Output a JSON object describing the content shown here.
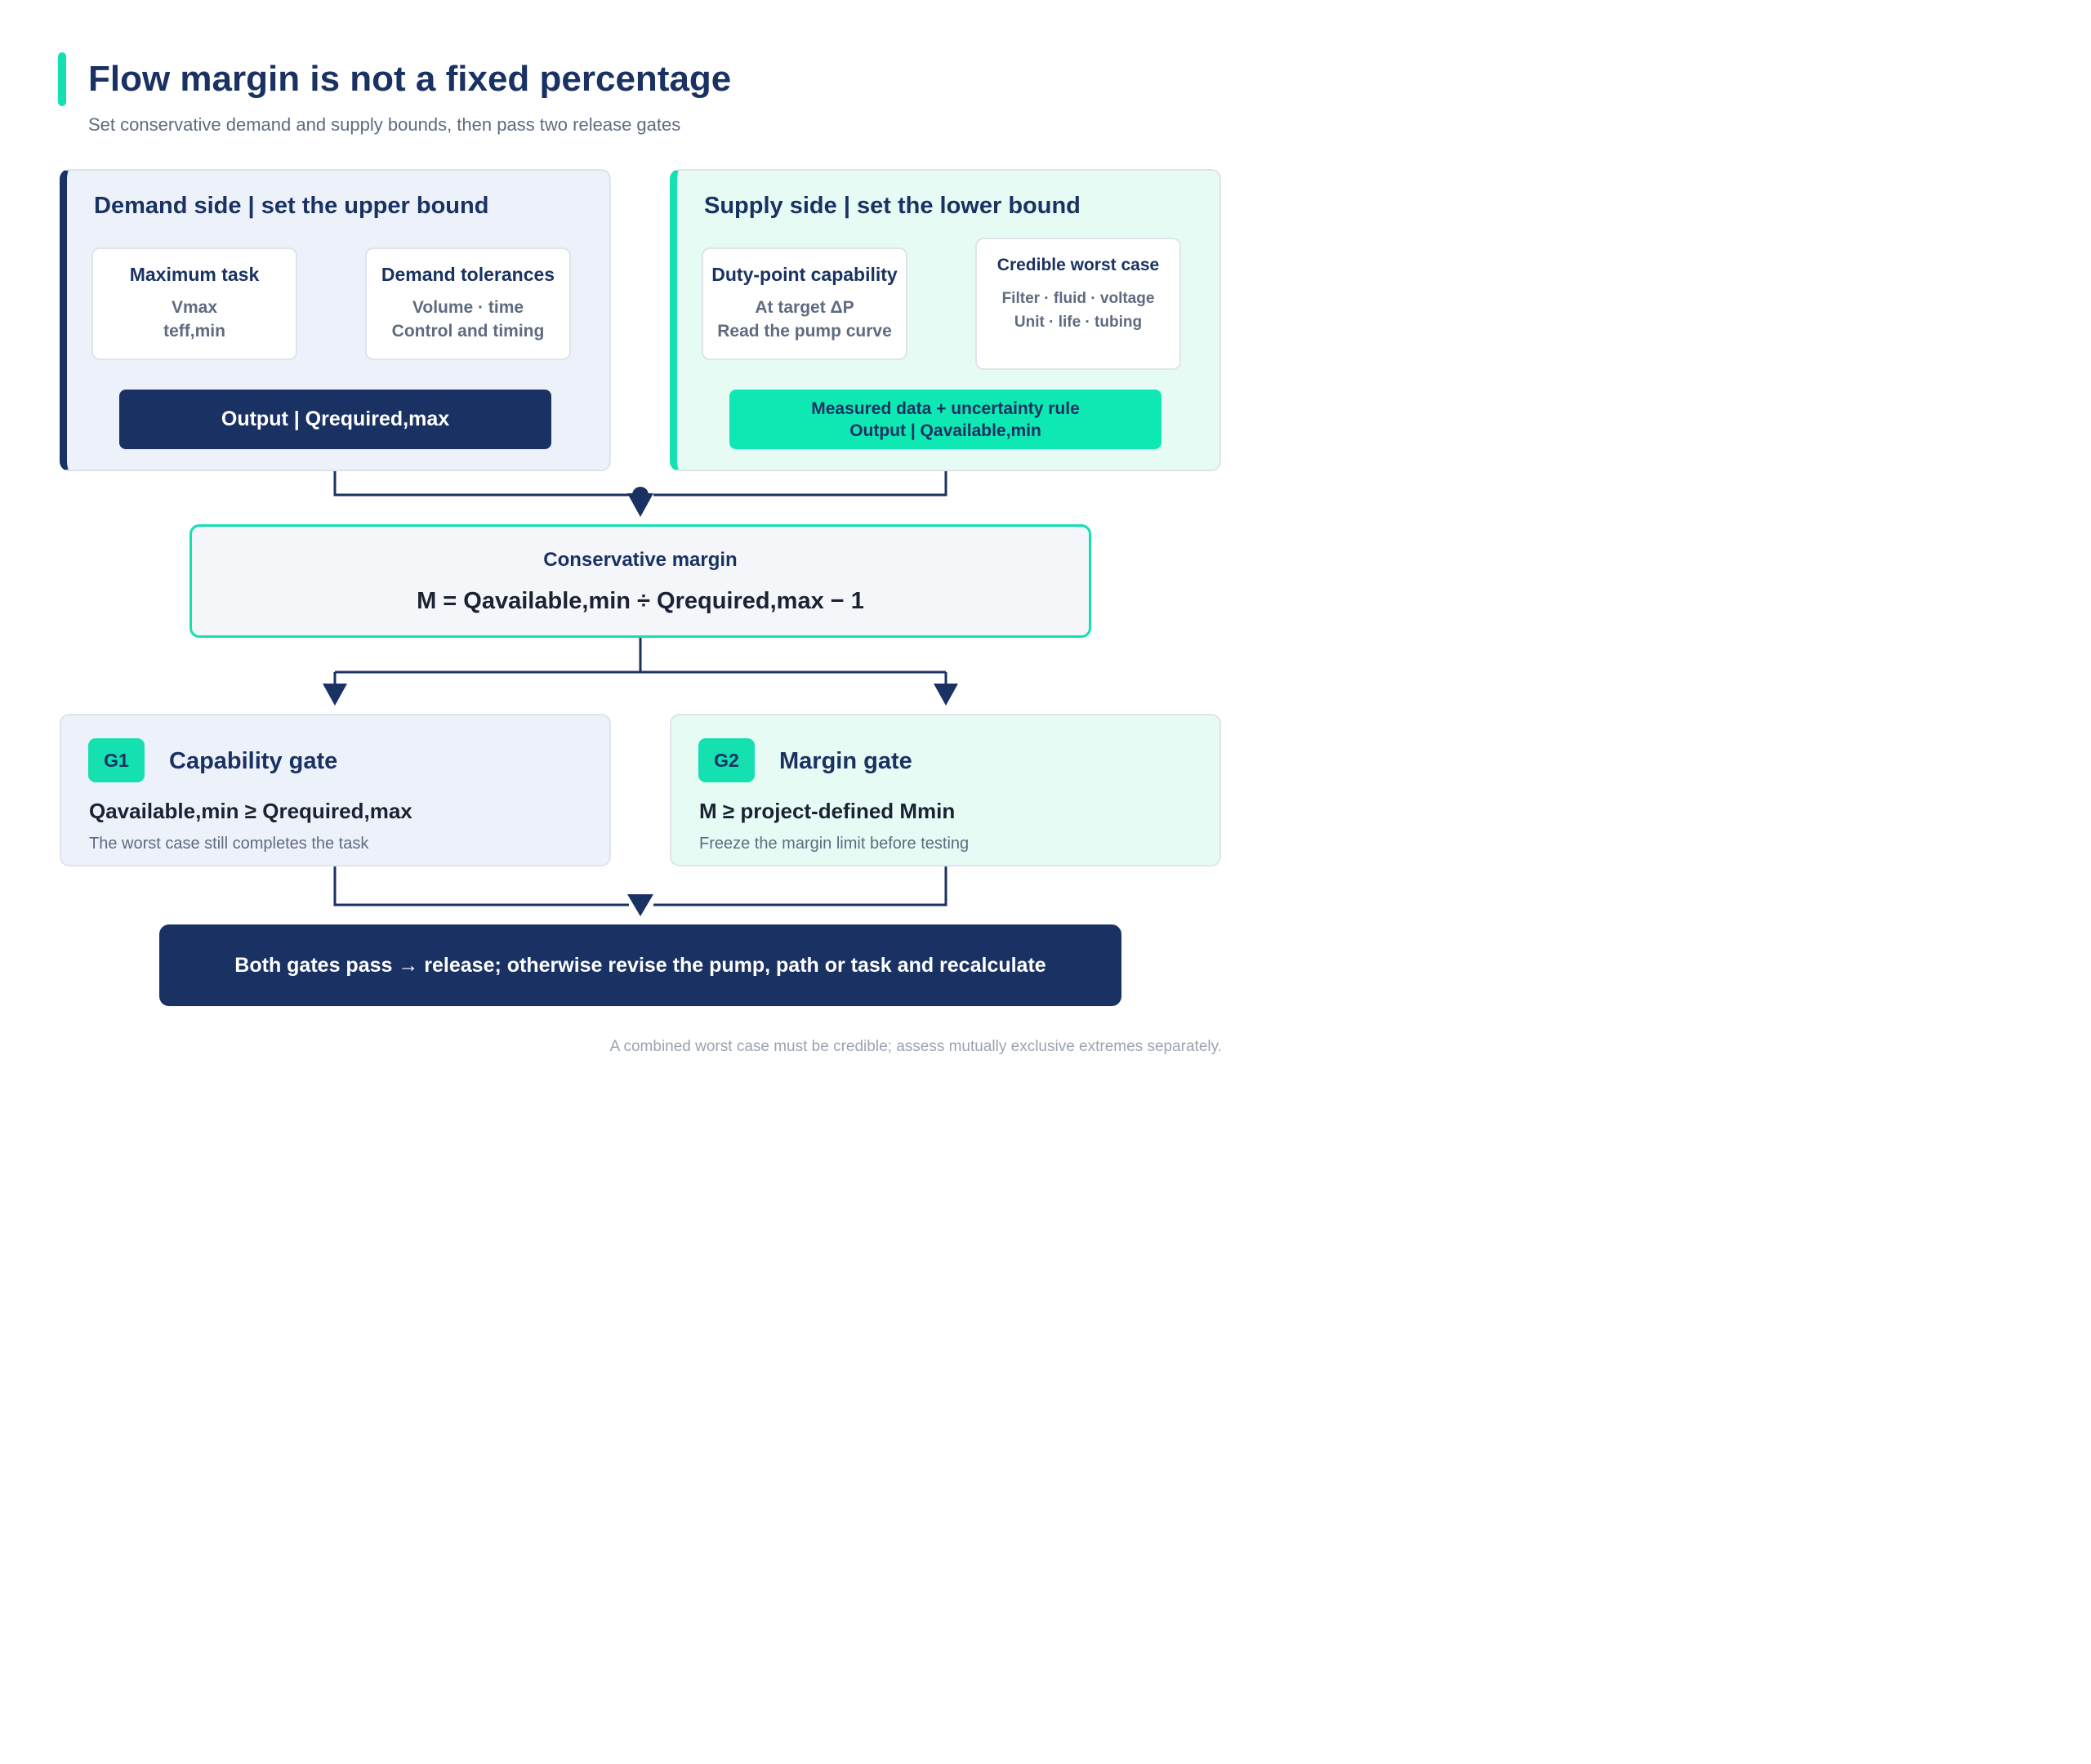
{
  "header": {
    "title": "Flow margin is not a fixed percentage",
    "subtitle": "Set conservative demand and supply bounds, then pass two release gates"
  },
  "demand": {
    "title": "Demand side | set the upper bound",
    "card1": {
      "head": "Maximum task",
      "line1": "Vmax",
      "line2": "teff,min"
    },
    "card2": {
      "head": "Demand tolerances",
      "line1": "Volume · time",
      "line2": "Control and timing"
    },
    "output": "Output | Qrequired,max"
  },
  "supply": {
    "title": "Supply side | set the lower bound",
    "card1": {
      "head": "Duty-point capability",
      "line1": "At target ΔP",
      "line2": "Read the pump curve"
    },
    "card2": {
      "head": "Credible worst case",
      "line1": "Filter · fluid · voltage",
      "line2": "Unit · life · tubing"
    },
    "output_line1": "Measured data + uncertainty rule",
    "output_line2": "Output | Qavailable,min"
  },
  "margin": {
    "title": "Conservative margin",
    "formula": "M = Qavailable,min ÷ Qrequired,max − 1"
  },
  "gates": [
    {
      "badge": "G1",
      "title": "Capability gate",
      "condition": "Qavailable,min ≥ Qrequired,max",
      "note": "The worst case still completes the task"
    },
    {
      "badge": "G2",
      "title": "Margin gate",
      "condition": "M ≥ project-defined Mmin",
      "note": "Freeze the margin limit before testing"
    }
  ],
  "final": "Both gates pass → release; otherwise revise the pump, path or task and recalculate",
  "footnote": "A combined worst case must be credible; assess mutually exclusive extremes separately.",
  "colors": {
    "navy": "#1a3263",
    "teal": "#14e0b0",
    "demand_bg": "#edf2fa",
    "supply_bg": "#e7fbf5"
  }
}
